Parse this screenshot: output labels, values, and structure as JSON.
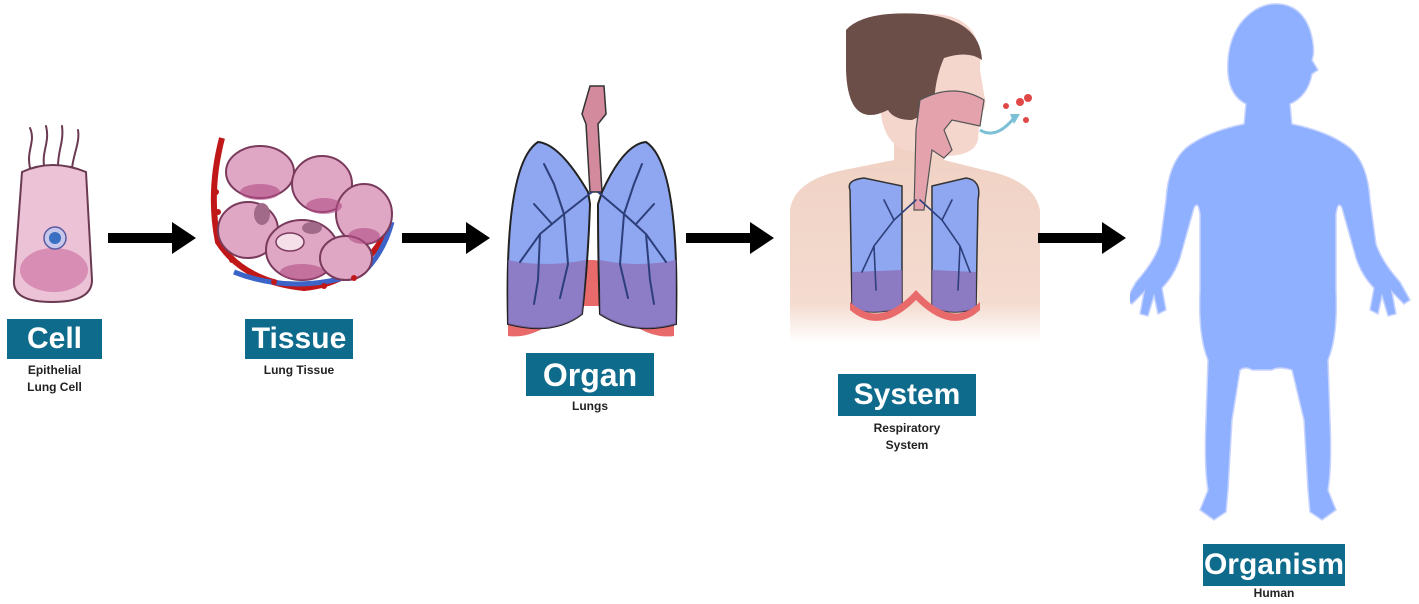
{
  "colors": {
    "label_bg": "#0f6b8c",
    "label_text": "#ffffff",
    "arrow": "#000000",
    "cell_fill": "#e9bcd0",
    "lung_blue": "#8fa6f0",
    "lung_purple": "#8b6fb8",
    "diaphragm": "#e87474",
    "human_blue": "#8fb0ff"
  },
  "stages": [
    {
      "label": "Cell",
      "caption": "Epithelial\nLung Cell",
      "icon": "epithelial-cell-icon"
    },
    {
      "label": "Tissue",
      "caption": "Lung Tissue",
      "icon": "lung-tissue-icon"
    },
    {
      "label": "Organ",
      "caption": "Lungs",
      "icon": "lungs-icon"
    },
    {
      "label": "System",
      "caption": "Respiratory\nSystem",
      "icon": "respiratory-system-icon"
    },
    {
      "label": "Organism",
      "caption": "Human",
      "icon": "human-silhouette-icon"
    }
  ]
}
